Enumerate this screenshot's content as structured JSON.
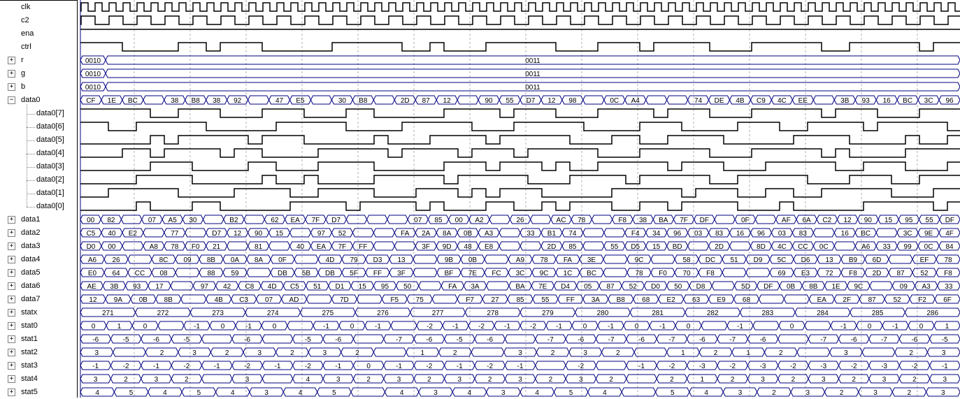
{
  "signals": [
    {
      "name": "clk",
      "type": "bit",
      "expandable": false,
      "wave": "clk"
    },
    {
      "name": "c2",
      "type": "bit",
      "expandable": false,
      "wave": "c2"
    },
    {
      "name": "ena",
      "type": "bit",
      "expandable": false,
      "wave": "high"
    },
    {
      "name": "ctrl",
      "type": "bit",
      "expandable": false,
      "wave": "ctrl"
    },
    {
      "name": "r",
      "type": "bus",
      "expandable": true,
      "expanded": false,
      "values": [
        "0010",
        "0011"
      ]
    },
    {
      "name": "g",
      "type": "bus",
      "expandable": true,
      "expanded": false,
      "values": [
        "0010",
        "0011"
      ]
    },
    {
      "name": "b",
      "type": "bus",
      "expandable": true,
      "expanded": false,
      "values": [
        "0010",
        "0011"
      ]
    },
    {
      "name": "data0",
      "type": "bus",
      "expandable": true,
      "expanded": true,
      "values": [
        "CF",
        "1E",
        "BC",
        "",
        "38",
        "B8",
        "38",
        "92",
        "",
        "47",
        "E5",
        "",
        "30",
        "B8",
        "",
        "2D",
        "87",
        "12",
        "",
        "90",
        "55",
        "D7",
        "12",
        "98",
        "",
        "0C",
        "A4",
        "",
        "",
        "74",
        "DE",
        "4B",
        "C9",
        "4C",
        "EE",
        "",
        "3B",
        "93",
        "16",
        "BC",
        "3C",
        "96"
      ]
    },
    {
      "name": "data0[7]",
      "type": "bit",
      "child": true,
      "wave": "b7"
    },
    {
      "name": "data0[6]",
      "type": "bit",
      "child": true,
      "wave": "b6"
    },
    {
      "name": "data0[5]",
      "type": "bit",
      "child": true,
      "wave": "b5"
    },
    {
      "name": "data0[4]",
      "type": "bit",
      "child": true,
      "wave": "b4"
    },
    {
      "name": "data0[3]",
      "type": "bit",
      "child": true,
      "wave": "b3"
    },
    {
      "name": "data0[2]",
      "type": "bit",
      "child": true,
      "wave": "b2"
    },
    {
      "name": "data0[1]",
      "type": "bit",
      "child": true,
      "wave": "b1"
    },
    {
      "name": "data0[0]",
      "type": "bit",
      "child": true,
      "wave": "b0"
    },
    {
      "name": "data1",
      "type": "bus",
      "expandable": true,
      "expanded": false,
      "values": [
        "00",
        "82",
        "",
        "07",
        "A5",
        "30",
        "",
        "B2",
        "",
        "62",
        "EA",
        "7F",
        "D7",
        "",
        "",
        "",
        "07",
        "85",
        "00",
        "A2",
        "",
        "26",
        "",
        "AC",
        "78",
        "",
        "F8",
        "38",
        "BA",
        "7F",
        "DF",
        "",
        "0F",
        "",
        "AF",
        "6A",
        "C2",
        "12",
        "90",
        "15",
        "95",
        "55",
        "DF"
      ]
    },
    {
      "name": "data2",
      "type": "bus",
      "expandable": true,
      "expanded": false,
      "values": [
        "C5",
        "40",
        "E2",
        "",
        "77",
        "",
        "D7",
        "12",
        "90",
        "15",
        "",
        "97",
        "52",
        "",
        "",
        "FA",
        "2A",
        "8A",
        "0B",
        "A3",
        "",
        "33",
        "B1",
        "74",
        "",
        "",
        "F4",
        "34",
        "96",
        "03",
        "83",
        "16",
        "96",
        "03",
        "83",
        "",
        "16",
        "BC",
        "",
        "3C",
        "9E",
        "4F"
      ]
    },
    {
      "name": "data3",
      "type": "bus",
      "expandable": true,
      "expanded": false,
      "values": [
        "D0",
        "00",
        "",
        "A8",
        "78",
        "F0",
        "21",
        "",
        "81",
        "",
        "40",
        "EA",
        "7F",
        "FF",
        "",
        "",
        "3F",
        "9D",
        "48",
        "E8",
        "",
        "",
        "2D",
        "85",
        "",
        "55",
        "D5",
        "15",
        "BD",
        "",
        "2D",
        "",
        "8D",
        "4C",
        "CC",
        "0C",
        "",
        "A6",
        "33",
        "99",
        "0C",
        "84"
      ]
    },
    {
      "name": "data4",
      "type": "bus",
      "expandable": true,
      "expanded": false,
      "values": [
        "A6",
        "26",
        "",
        "8C",
        "09",
        "8B",
        "0A",
        "8A",
        "0F",
        "",
        "4D",
        "79",
        "D3",
        "13",
        "",
        "9B",
        "0B",
        "",
        "A9",
        "78",
        "FA",
        "3E",
        "",
        "9C",
        "",
        "58",
        "DC",
        "51",
        "D9",
        "5C",
        "D6",
        "13",
        "B9",
        "6D",
        "",
        "EF",
        "78"
      ]
    },
    {
      "name": "data5",
      "type": "bus",
      "expandable": true,
      "expanded": false,
      "values": [
        "E0",
        "64",
        "CC",
        "08",
        "",
        "88",
        "59",
        "",
        "DB",
        "5B",
        "DB",
        "5F",
        "FF",
        "3F",
        "",
        "BF",
        "7E",
        "FC",
        "3C",
        "9C",
        "1C",
        "BC",
        "",
        "78",
        "F0",
        "70",
        "F8",
        "",
        "",
        "69",
        "E3",
        "72",
        "F8",
        "2D",
        "87",
        "52",
        "F8"
      ]
    },
    {
      "name": "data6",
      "type": "bus",
      "expandable": true,
      "expanded": false,
      "values": [
        "AE",
        "3B",
        "93",
        "17",
        "",
        "97",
        "42",
        "C8",
        "4D",
        "C5",
        "51",
        "D1",
        "15",
        "95",
        "50",
        "",
        "FA",
        "3A",
        "",
        "BA",
        "7E",
        "D4",
        "05",
        "87",
        "52",
        "D0",
        "50",
        "D8",
        "",
        "5D",
        "DF",
        "0B",
        "8B",
        "1E",
        "9C",
        "",
        "09",
        "A3",
        "33"
      ]
    },
    {
      "name": "data7",
      "type": "bus",
      "expandable": true,
      "expanded": false,
      "values": [
        "12",
        "9A",
        "0B",
        "8B",
        "",
        "4B",
        "C3",
        "07",
        "AD",
        "",
        "7D",
        "",
        "F5",
        "75",
        "",
        "F7",
        "27",
        "85",
        "55",
        "FF",
        "3A",
        "B8",
        "68",
        "E2",
        "63",
        "E9",
        "68",
        "",
        "",
        "EA",
        "2F",
        "87",
        "52",
        "F2",
        "6F"
      ]
    },
    {
      "name": "statx",
      "type": "bus",
      "expandable": true,
      "expanded": false,
      "values": [
        "271",
        "272",
        "273",
        "274",
        "275",
        "276",
        "277",
        "278",
        "279",
        "280",
        "281",
        "282",
        "283",
        "284",
        "285",
        "286"
      ]
    },
    {
      "name": "stat0",
      "type": "bus",
      "expandable": true,
      "expanded": false,
      "values": [
        "0",
        "1",
        "0",
        "",
        "-1",
        "0",
        "-1",
        "0",
        "",
        "-1",
        "0",
        "-1",
        "",
        "-2",
        "-1",
        "-2",
        "-1",
        "-2",
        "-1",
        "0",
        "-1",
        "0",
        "-1",
        "0",
        "",
        "-1",
        "",
        "0",
        "",
        "-1",
        "0",
        "-1",
        "0",
        "1"
      ]
    },
    {
      "name": "stat1",
      "type": "bus",
      "expandable": true,
      "expanded": false,
      "values": [
        "-6",
        "-5",
        "-6",
        "-5",
        "",
        "-6",
        "",
        "-5",
        "-6",
        "",
        "-7",
        "-6",
        "-5",
        "-6",
        "",
        "-7",
        "-6",
        "-7",
        "-6",
        "-7",
        "-6",
        "-7",
        "-6",
        "",
        "-7",
        "-6",
        "-7",
        "-6",
        "-5"
      ]
    },
    {
      "name": "stat2",
      "type": "bus",
      "expandable": true,
      "expanded": false,
      "values": [
        "3",
        "",
        "2",
        "3",
        "2",
        "3",
        "2",
        "3",
        "2",
        "",
        "1",
        "2",
        "",
        "3",
        "2",
        "3",
        "2",
        "",
        "1",
        "2",
        "1",
        "2",
        "",
        "3",
        "",
        "2",
        "3"
      ]
    },
    {
      "name": "stat3",
      "type": "bus",
      "expandable": true,
      "expanded": false,
      "values": [
        "-1",
        "-2",
        "-1",
        "-2",
        "-1",
        "-2",
        "-1",
        "-2",
        "-1",
        "0",
        "-1",
        "-2",
        "-1",
        "-2",
        "-1",
        "",
        "-2",
        "",
        "-1",
        "-2",
        "-3",
        "-2",
        "-3",
        "-2",
        "-3",
        "-2",
        "-3",
        "-2",
        "-1"
      ]
    },
    {
      "name": "stat4",
      "type": "bus",
      "expandable": true,
      "expanded": false,
      "values": [
        "3",
        "2",
        "3",
        "2",
        "",
        "3",
        "",
        "4",
        "3",
        "2",
        "3",
        "2",
        "3",
        "2",
        "3",
        "2",
        "3",
        "2",
        "",
        "2",
        "1",
        "2",
        "3",
        "2",
        "3",
        "2",
        "3",
        "2",
        "3"
      ]
    },
    {
      "name": "stat5",
      "type": "bus",
      "expandable": true,
      "expanded": false,
      "values": [
        "4",
        "5",
        "4",
        "5",
        "4",
        "3",
        "4",
        "5",
        "",
        "4",
        "3",
        "4",
        "3",
        "4",
        "5",
        "4",
        "",
        "5",
        "4",
        "3",
        "2",
        "3",
        "2",
        "3",
        "2",
        "3"
      ]
    }
  ]
}
